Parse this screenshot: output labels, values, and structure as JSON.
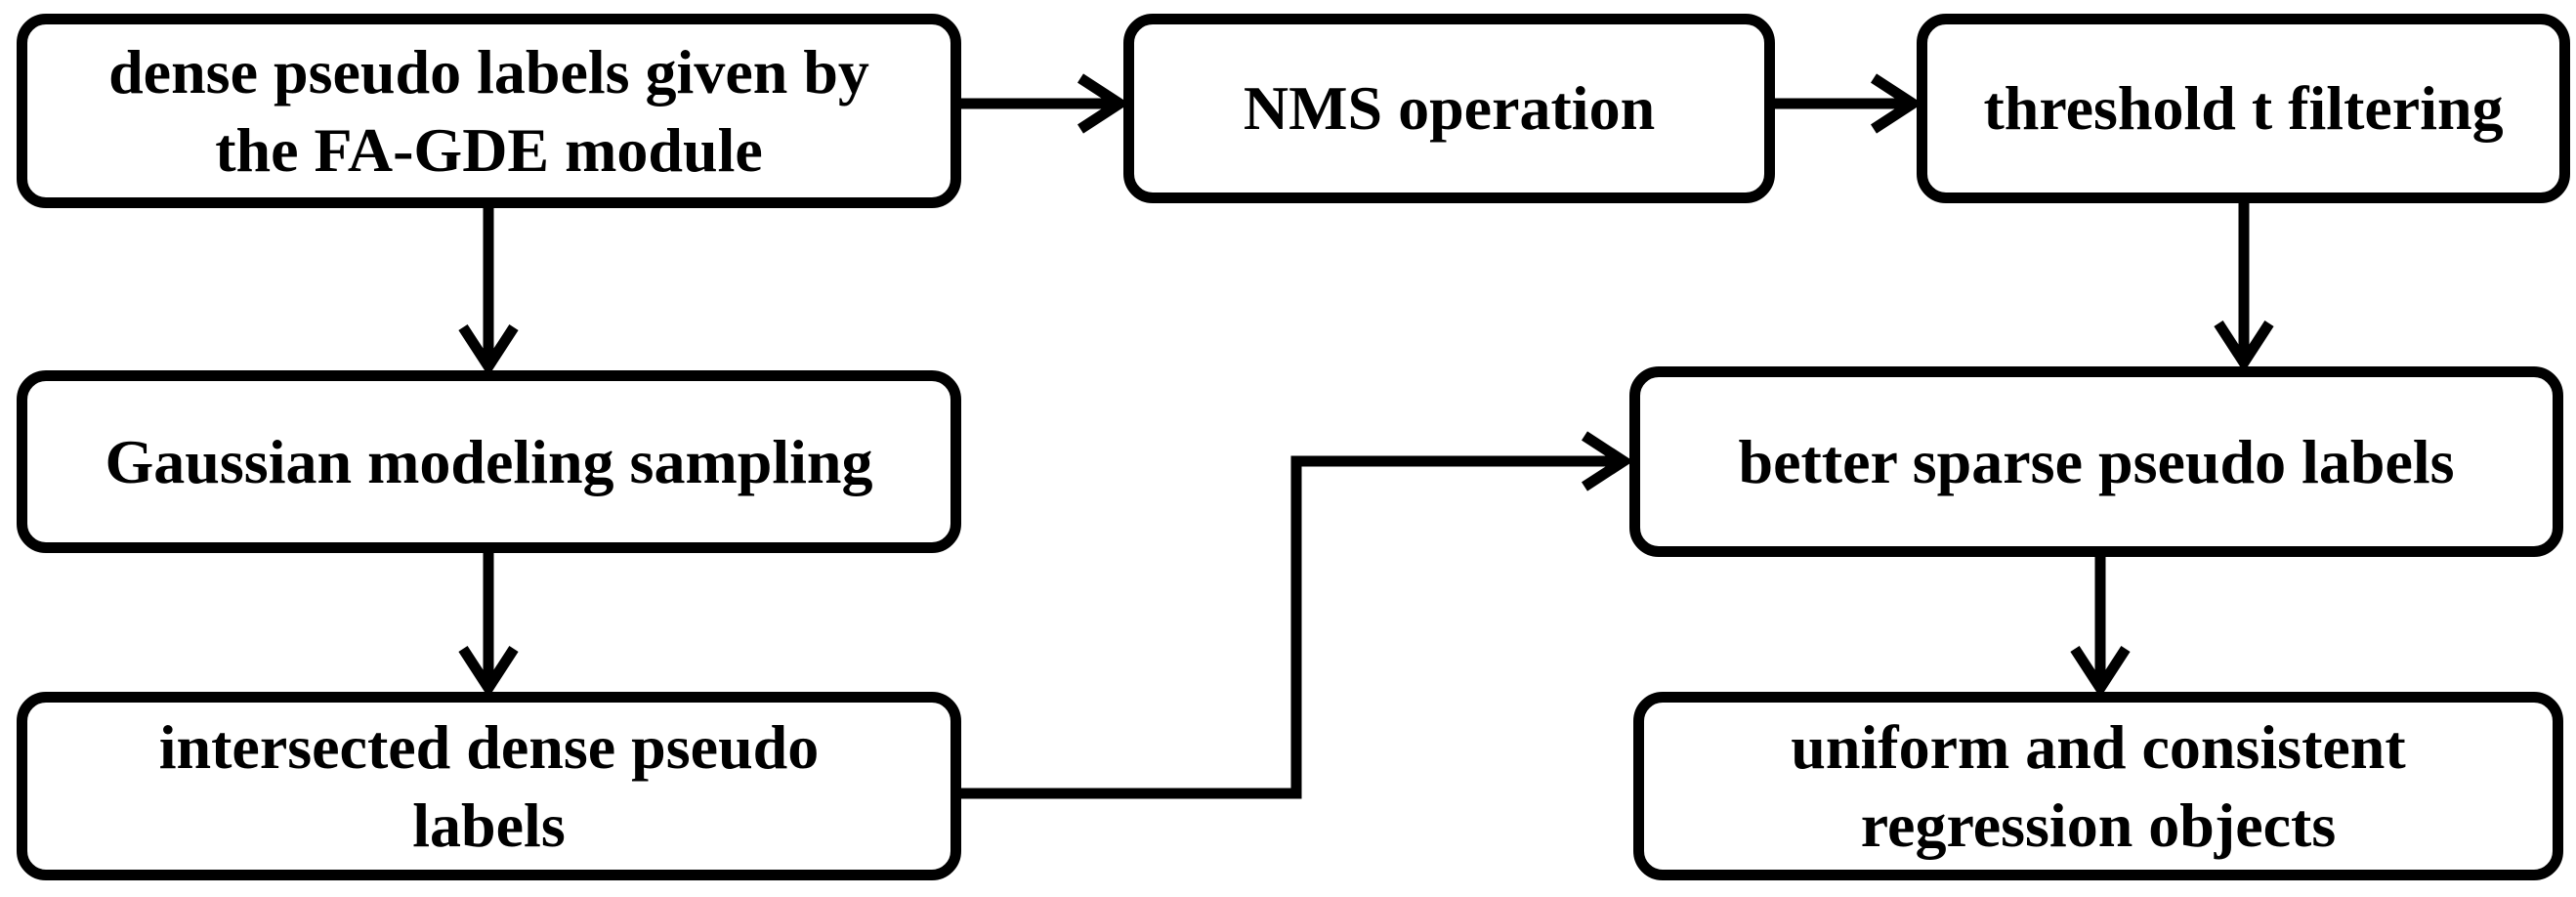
{
  "diagram": {
    "type": "flowchart",
    "colors": {
      "stroke": "#000000",
      "fill": "#ffffff",
      "text": "#000000"
    },
    "nodes": {
      "dense": {
        "label": "dense pseudo labels given by the FA-GDE module"
      },
      "nms": {
        "label": "NMS operation"
      },
      "threshold": {
        "label": "threshold t filtering"
      },
      "gaussian": {
        "label": "Gaussian modeling sampling"
      },
      "better": {
        "label": "better sparse pseudo labels"
      },
      "intersected": {
        "label": "intersected dense pseudo labels"
      },
      "uniform": {
        "label": "uniform and consistent regression objects"
      }
    },
    "edges": [
      {
        "from": "dense",
        "to": "nms"
      },
      {
        "from": "nms",
        "to": "threshold"
      },
      {
        "from": "dense",
        "to": "gaussian"
      },
      {
        "from": "threshold",
        "to": "better"
      },
      {
        "from": "gaussian",
        "to": "intersected"
      },
      {
        "from": "intersected",
        "to": "better"
      },
      {
        "from": "better",
        "to": "uniform"
      }
    ]
  }
}
